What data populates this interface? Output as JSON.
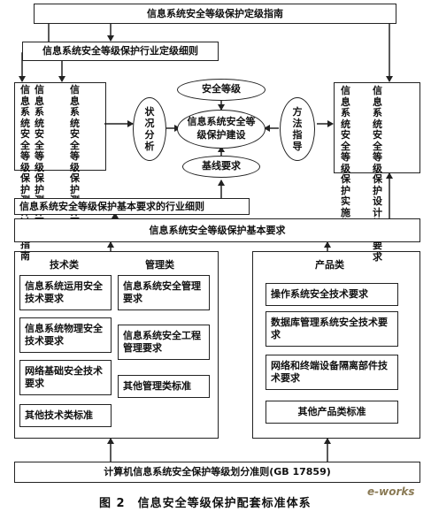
{
  "top_title": "信息系统安全等级保护定级指南",
  "industry_grading": "信息系统安全等级保护行业定级细则",
  "left_columns": [
    "信息系统安全等级保护测评过程指南",
    "信息系统安全等级保护测评要求"
  ],
  "right_columns": [
    "信息系统安全等级保护设计技术要求",
    "信息系统安全等级保护实施指南"
  ],
  "center": {
    "level": "安全等级",
    "main": "信息系统安全等级保护建设",
    "baseline": "基线要求",
    "status_analysis": "状况分析",
    "method_guidance": "方法指导"
  },
  "industry_basic": "信息系统安全等级保护基本要求的行业细则",
  "basic_requirements": "信息系统安全等级保护基本要求",
  "tech": {
    "header": "技术类",
    "items": [
      "信息系统运用安全技术要求",
      "信息系统物理安全技术要求",
      "网络基础安全技术要求",
      "其他技术类标准"
    ]
  },
  "mgmt": {
    "header": "管理类",
    "items": [
      "信息系统安全管理要求",
      "信息系统安全工程管理要求",
      "其他管理类标准"
    ]
  },
  "product": {
    "header": "产品类",
    "items": [
      "操作系统安全技术要求",
      "数据库管理系统安全技术要求",
      "网络和终端设备隔离部件技术要求",
      "其他产品类标准"
    ]
  },
  "gb_standard": "计算机信息系统安全保护等级划分准则(GB 17859)",
  "caption": "图 2　信息安全等级保护配套标准体系",
  "watermark": "e-works"
}
